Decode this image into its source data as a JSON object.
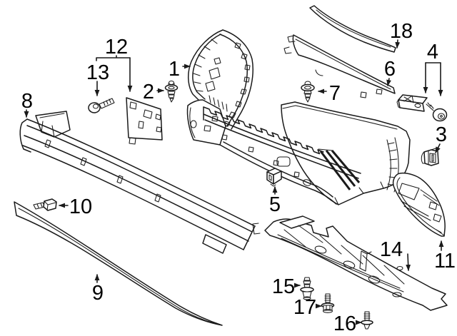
{
  "diagram": {
    "kind": "exploded-parts-line-diagram",
    "colors": {
      "line_art": "#1a1a1a",
      "background": "#ffffff",
      "label_text": "#000000"
    },
    "callouts": [
      {
        "id": "1",
        "label": "1"
      },
      {
        "id": "2",
        "label": "2"
      },
      {
        "id": "3",
        "label": "3"
      },
      {
        "id": "4",
        "label": "4"
      },
      {
        "id": "5",
        "label": "5"
      },
      {
        "id": "6",
        "label": "6"
      },
      {
        "id": "7",
        "label": "7"
      },
      {
        "id": "8",
        "label": "8"
      },
      {
        "id": "9",
        "label": "9"
      },
      {
        "id": "10",
        "label": "10"
      },
      {
        "id": "11",
        "label": "11"
      },
      {
        "id": "12",
        "label": "12"
      },
      {
        "id": "13",
        "label": "13"
      },
      {
        "id": "14",
        "label": "14"
      },
      {
        "id": "15",
        "label": "15"
      },
      {
        "id": "16",
        "label": "16"
      },
      {
        "id": "17",
        "label": "17"
      },
      {
        "id": "18",
        "label": "18"
      }
    ]
  }
}
